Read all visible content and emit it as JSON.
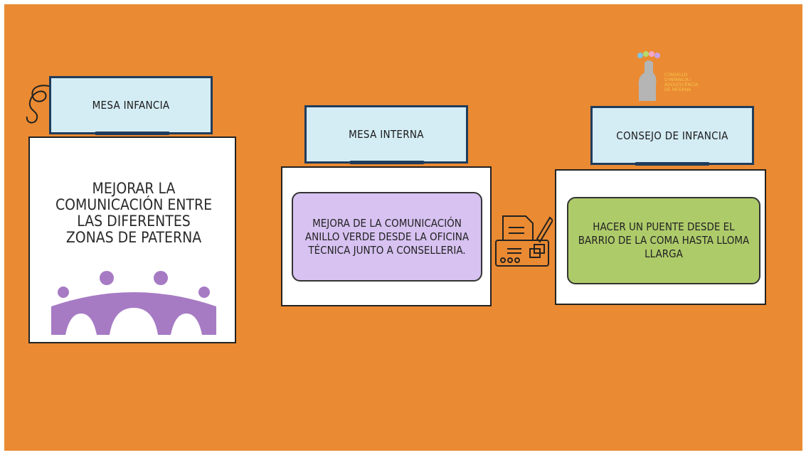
{
  "colors": {
    "background": "#ea8a32",
    "monitor": "#d4ecf4",
    "monitor_border": "#1f3c5c",
    "purple": "#a67bc4",
    "lavender": "#d7c2f1",
    "green": "#aecb6a"
  },
  "panels": [
    {
      "title": "MESA INFANCIA",
      "body": "MEJORAR LA COMUNICACIÓN ENTRE LAS DIFERENTES ZONAS DE PATERNA",
      "icon": "bridge-people-icon"
    },
    {
      "title": "MESA INTERNA",
      "body": "MEJORA DE LA COMUNICACIÓN ANILLO VERDE DESDE LA OFICINA TÉCNICA JUNTO A CONSELLERIA.",
      "icon": "fax-document-icon"
    },
    {
      "title": "CONSEJO DE INFANCIA",
      "body": "HACER UN PUENTE DESDE EL BARRIO DE LA COMA HASTA LLOMA LLARGA"
    }
  ],
  "logo": {
    "lines": [
      "CONSELLO",
      "D'INFANCIA I",
      "ADOLESCÈNCIA",
      "DE PATERNA"
    ]
  }
}
